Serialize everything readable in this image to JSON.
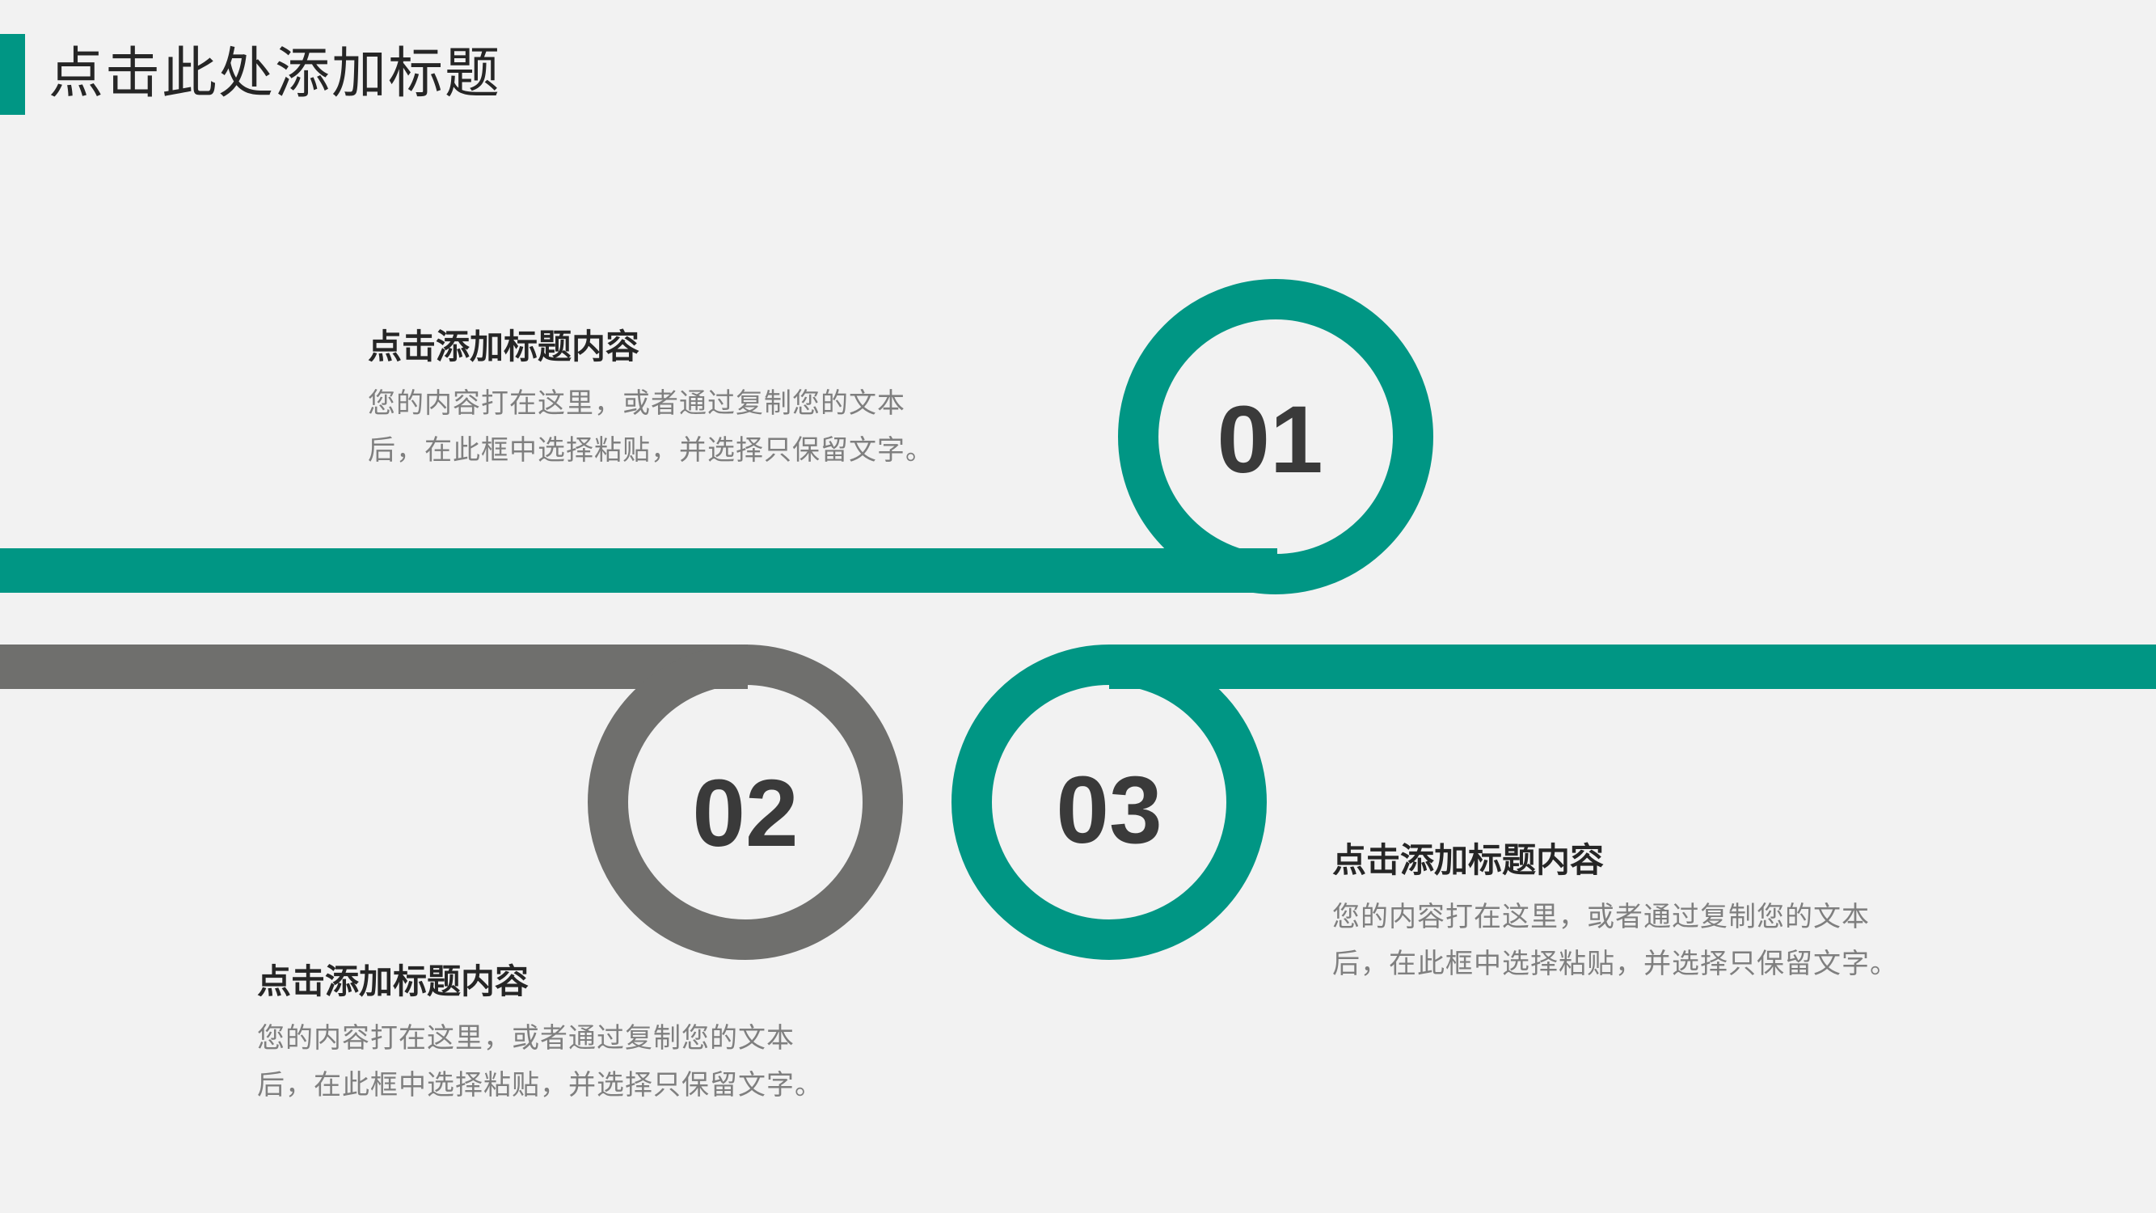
{
  "page_title": "点击此处添加标题",
  "colors": {
    "accent": "#009684",
    "gray": "#6f6f6d",
    "background": "#f2f2f2",
    "number_text": "#3a3a3a",
    "title_text": "#262626",
    "body_text": "#7f7f7f"
  },
  "steps": [
    {
      "number": "01",
      "color": "#009684",
      "title": "点击添加标题内容",
      "body_line1": "您的内容打在这里，或者通过复制您的文本",
      "body_line2": "后，在此框中选择粘贴，并选择只保留文字。"
    },
    {
      "number": "02",
      "color": "#6f6f6d",
      "title": "点击添加标题内容",
      "body_line1": "您的内容打在这里，或者通过复制您的文本",
      "body_line2": "后，在此框中选择粘贴，并选择只保留文字。"
    },
    {
      "number": "03",
      "color": "#009684",
      "title": "点击添加标题内容",
      "body_line1": "您的内容打在这里，或者通过复制您的文本",
      "body_line2": "后，在此框中选择粘贴，并选择只保留文字。"
    }
  ]
}
